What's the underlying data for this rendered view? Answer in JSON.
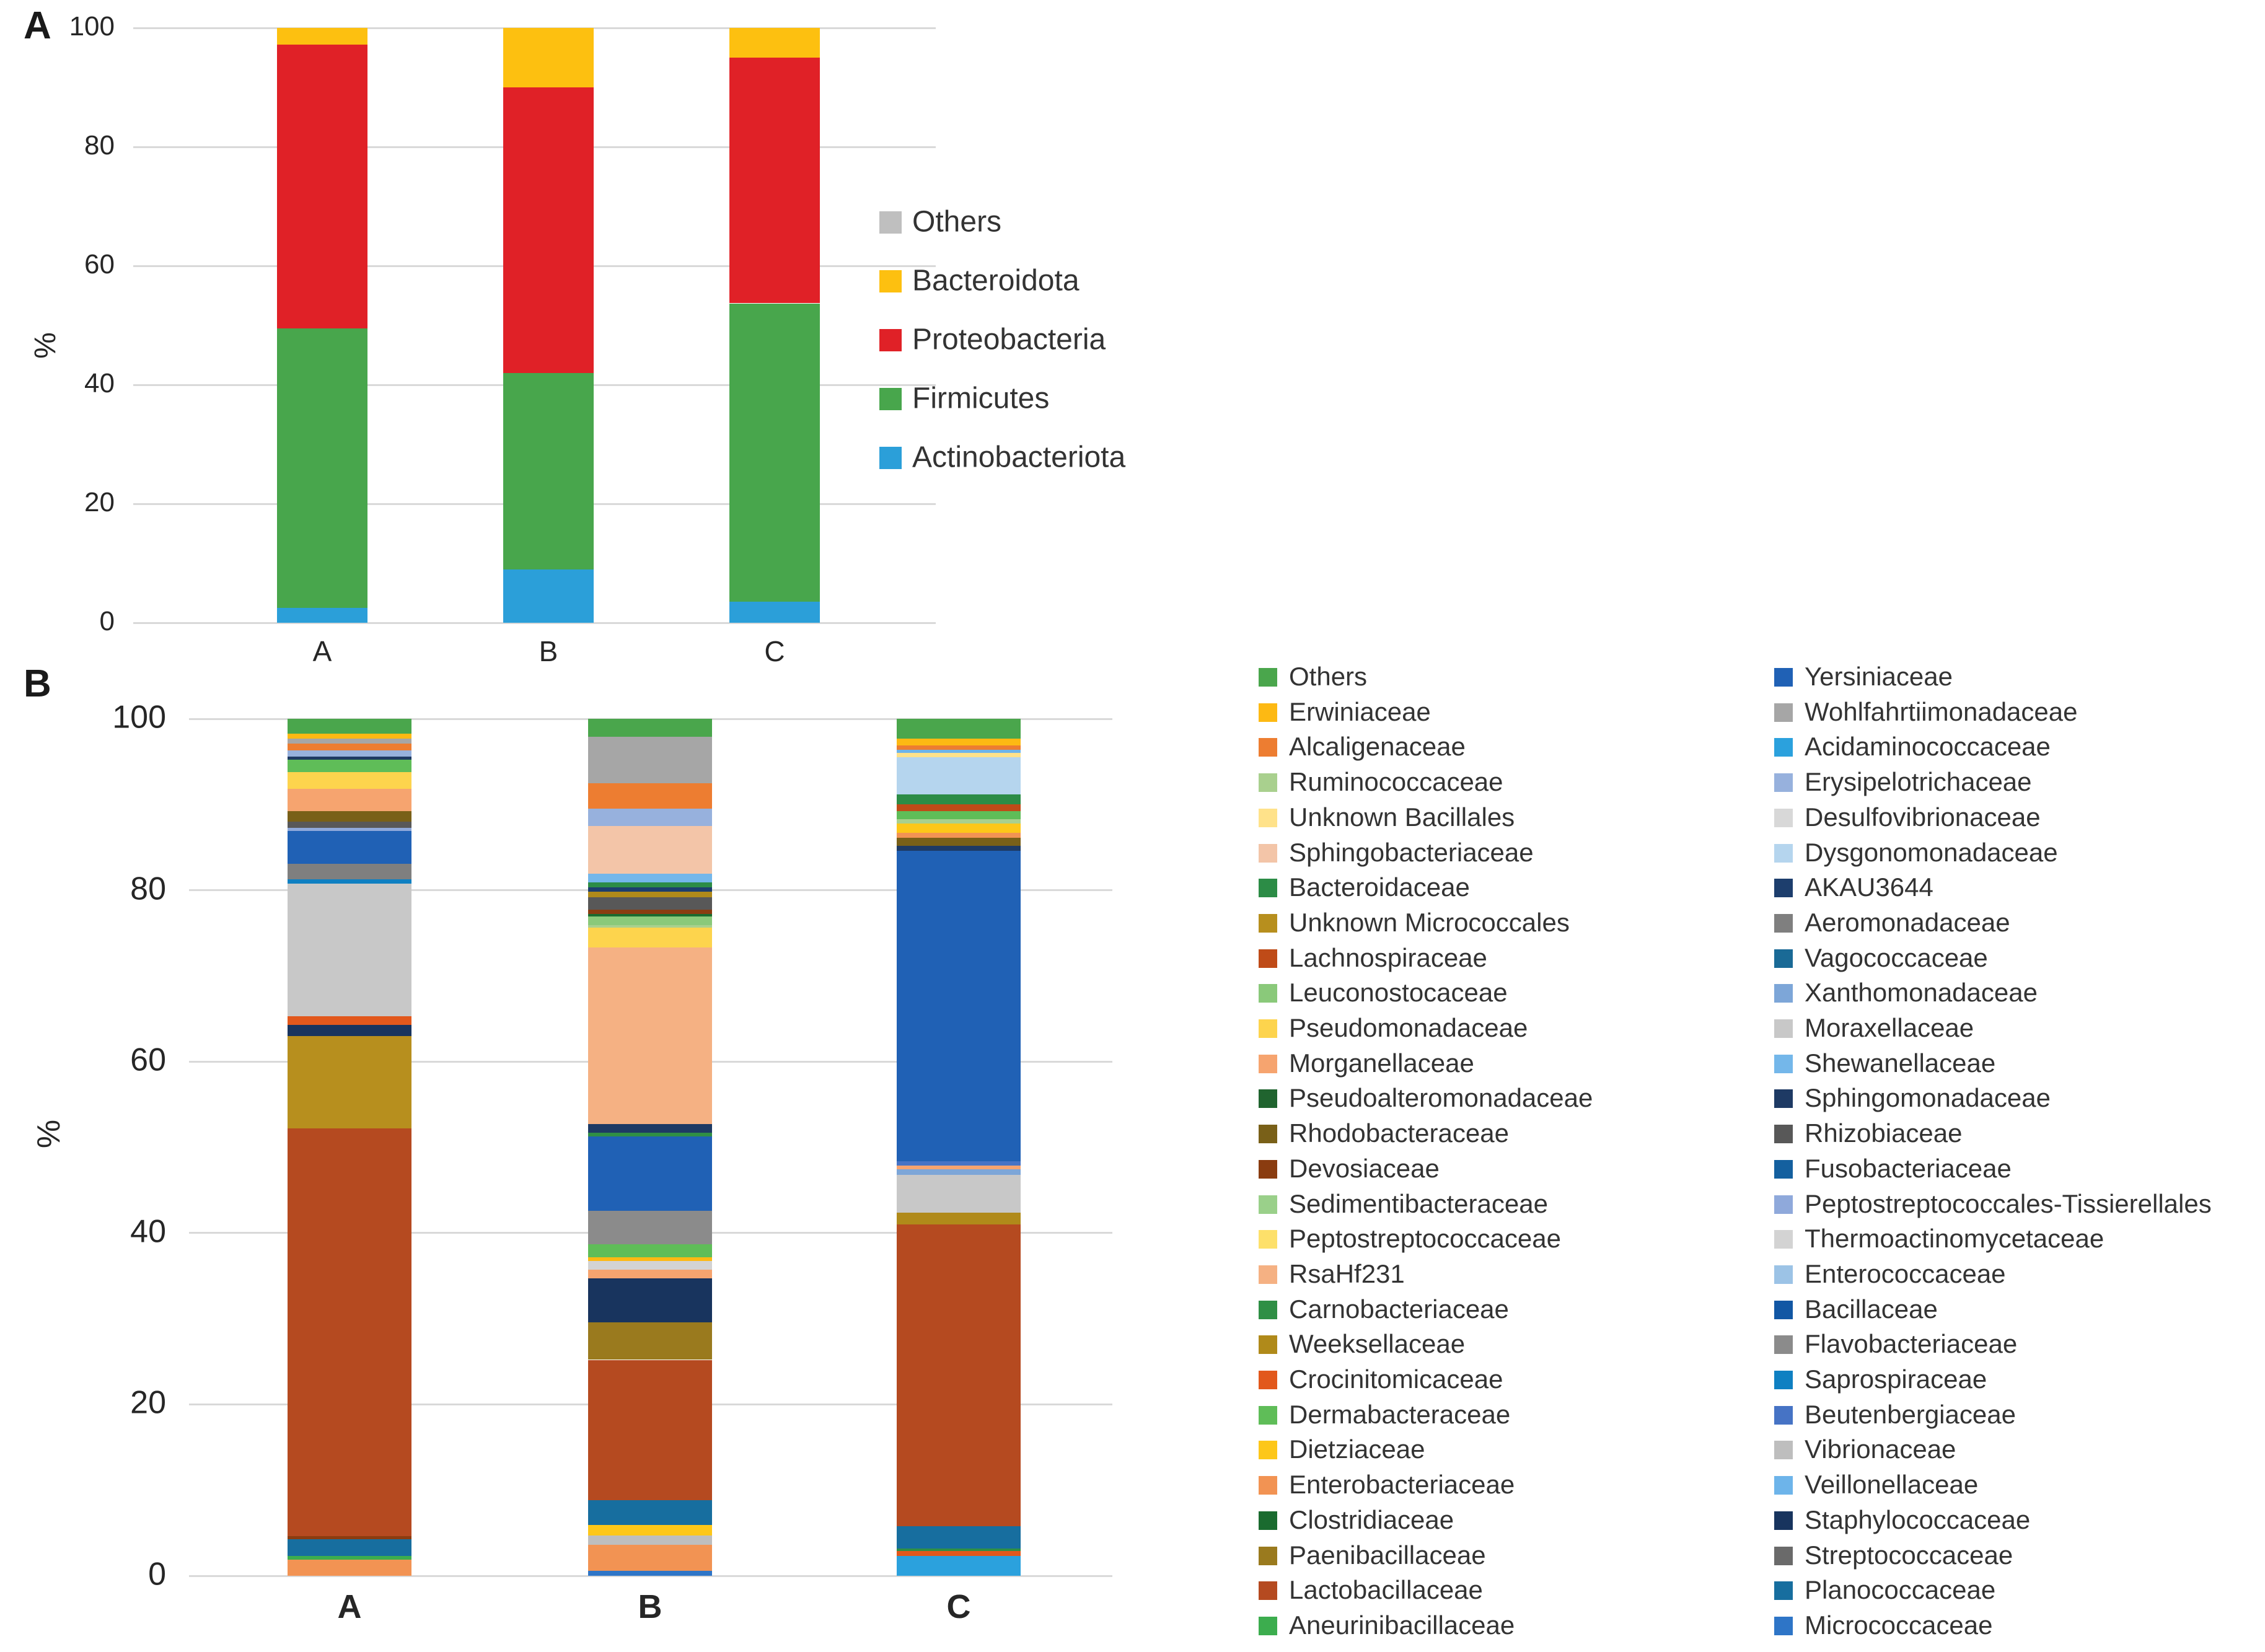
{
  "figure": {
    "background": "#ffffff"
  },
  "panelA": {
    "label": "A",
    "ylabel": "%",
    "y_ticks": [
      0,
      20,
      40,
      60,
      80,
      100
    ],
    "x_labels": [
      "A",
      "B",
      "C"
    ],
    "legend": [
      "Others",
      "Bacteroidota",
      "Proteobacteria",
      "Firmicutes",
      "Actinobacteriota"
    ]
  },
  "panelB": {
    "label": "B",
    "ylabel": "%",
    "y_ticks": [
      0,
      20,
      40,
      60,
      80,
      100
    ],
    "x_labels": [
      "A",
      "B",
      "C"
    ],
    "legend_col1": [
      "Others",
      "Erwiniaceae",
      "Alcaligenaceae",
      "Ruminococcaceae",
      "Unknown Bacillales",
      "Sphingobacteriaceae",
      "Bacteroidaceae",
      "Unknown Micrococcales",
      "Lachnospiraceae",
      "Leuconostocaceae",
      "Pseudomonadaceae",
      "Morganellaceae",
      "Pseudoalteromonadaceae",
      "Rhodobacteraceae",
      "Devosiaceae",
      "Sedimentibacteraceae",
      "Peptostreptococcaceae",
      "RsaHf231",
      "Carnobacteriaceae",
      "Weeksellaceae",
      "Crocinitomicaceae",
      "Dermabacteraceae",
      "Dietziaceae",
      "Enterobacteriaceae",
      "Clostridiaceae",
      "Paenibacillaceae",
      "Lactobacillaceae",
      "Aneurinibacillaceae"
    ],
    "legend_col2": [
      "Yersiniaceae",
      "Wohlfahrtiimonadaceae",
      "Acidaminococcaceae",
      "Erysipelotrichaceae",
      "Desulfovibrionaceae",
      "Dysgonomonadaceae",
      "AKAU3644",
      "Aeromonadaceae",
      "Vagococcaceae",
      "Xanthomonadaceae",
      "Moraxellaceae",
      "Shewanellaceae",
      "Sphingomonadaceae",
      "Rhizobiaceae",
      "Fusobacteriaceae",
      "Peptostreptococcales-Tissierellales",
      "Thermoactinomycetaceae",
      "Enterococcaceae",
      "Bacillaceae",
      "Flavobacteriaceae",
      "Saprospiraceae",
      "Beutenbergiaceae",
      "Vibrionaceae",
      "Veillonellaceae",
      "Staphylococcaceae",
      "Streptococcaceae",
      "Planococcaceae",
      "Micrococcaceae"
    ]
  },
  "colors": {
    "grid": "#d9d9d9",
    "phyla": {
      "Others": "#bfbfbf",
      "Bacteroidota": "#fdc010",
      "Proteobacteria": "#e02127",
      "Firmicutes": "#48a64c",
      "Actinobacteriota": "#2b9fd9"
    },
    "families": {
      "Others": "#4aa64c",
      "Erwiniaceae": "#fdb913",
      "Alcaligenaceae": "#ed7d31",
      "Ruminococcaceae": "#a9d08e",
      "Unknown Bacillales": "#ffe28a",
      "Sphingobacteriaceae": "#f3c5a8",
      "Bacteroidaceae": "#2c8c46",
      "Unknown Micrococcales": "#b78f1e",
      "Lachnospiraceae": "#bf4b18",
      "Leuconostocaceae": "#8ac97a",
      "Pseudomonadaceae": "#fdd44d",
      "Morganellaceae": "#f6a46f",
      "Pseudoalteromonadaceae": "#20642f",
      "Rhodobacteraceae": "#796018",
      "Devosiaceae": "#8a3c10",
      "Sedimentibacteraceae": "#9ad08a",
      "Peptostreptococcaceae": "#fde06a",
      "RsaHf231": "#f5b183",
      "Carnobacteriaceae": "#2f8f45",
      "Weeksellaceae": "#b08a1a",
      "Crocinitomicaceae": "#e2581c",
      "Dermabacteraceae": "#5fbd58",
      "Dietziaceae": "#fdc719",
      "Enterobacteriaceae": "#f29353",
      "Clostridiaceae": "#1a6b2f",
      "Paenibacillaceae": "#9a7a1e",
      "Lactobacillaceae": "#b54a20",
      "Aneurinibacillaceae": "#3cad4e",
      "Yersiniaceae": "#2061b5",
      "Wohlfahrtiimonadaceae": "#a6a6a6",
      "Acidaminococcaceae": "#2ba1dd",
      "Erysipelotrichaceae": "#97b1dd",
      "Desulfovibrionaceae": "#d8d8d8",
      "Dysgonomonadaceae": "#b5d5ee",
      "AKAU3644": "#1d3e6d",
      "Aeromonadaceae": "#7f7f7f",
      "Vagococcaceae": "#1a6a96",
      "Xanthomonadaceae": "#7da6d8",
      "Moraxellaceae": "#c8c8c8",
      "Shewanellaceae": "#74b7ea",
      "Sphingomonadaceae": "#1e3a64",
      "Rhizobiaceae": "#585858",
      "Fusobacteriaceae": "#14609f",
      "Peptostreptococcales-Tissierellales": "#8fa9db",
      "Thermoactinomycetaceae": "#d3d3d3",
      "Enterococcaceae": "#9cc3e6",
      "Bacillaceae": "#1257a4",
      "Flavobacteriaceae": "#8b8b8b",
      "Saprospiraceae": "#0f80c2",
      "Beutenbergiaceae": "#4673c5",
      "Vibrionaceae": "#bebebe",
      "Veillonellaceae": "#6db4ea",
      "Staphylococcaceae": "#18345e",
      "Streptococcaceae": "#6a6a6a",
      "Planococcaceae": "#176e9f",
      "Micrococcaceae": "#2e75c7"
    }
  },
  "chart_data": [
    {
      "panel": "A",
      "type": "bar",
      "stacked": true,
      "units": "percent",
      "title": "",
      "xlabel": "",
      "ylabel": "%",
      "ylim": [
        0,
        100
      ],
      "yticks": [
        0,
        20,
        40,
        60,
        80,
        100
      ],
      "grid": true,
      "legend_position": "right",
      "categories": [
        "A",
        "B",
        "C"
      ],
      "series_bottom_to_top": [
        {
          "name": "Actinobacteriota",
          "values": [
            2.5,
            9.0,
            3.5
          ]
        },
        {
          "name": "Firmicutes",
          "values": [
            47.0,
            33.0,
            50.2
          ]
        },
        {
          "name": "Proteobacteria",
          "values": [
            47.7,
            48.0,
            41.3
          ]
        },
        {
          "name": "Bacteroidota",
          "values": [
            2.8,
            10.0,
            5.0
          ]
        },
        {
          "name": "Others",
          "values": [
            0.0,
            0.0,
            0.0
          ]
        }
      ]
    },
    {
      "panel": "B",
      "type": "bar",
      "stacked": true,
      "units": "percent",
      "title": "",
      "xlabel": "",
      "ylabel": "%",
      "ylim": [
        0,
        100
      ],
      "yticks": [
        0,
        20,
        40,
        60,
        80,
        100
      ],
      "grid": true,
      "legend_position": "right-two-columns",
      "categories": [
        "A",
        "B",
        "C"
      ],
      "bars": [
        {
          "category": "A",
          "segments_bottom_to_top": [
            [
              "Enterobacteriaceae",
              1.9
            ],
            [
              "Aneurinibacillaceae",
              0.4
            ],
            [
              "Planococcaceae",
              2.0
            ],
            [
              "Devosiaceae",
              0.3
            ],
            [
              "Lactobacillaceae",
              47.6
            ],
            [
              "Unknown Micrococcales",
              10.8
            ],
            [
              "Staphylococcaceae",
              1.3
            ],
            [
              "Crocinitomicaceae",
              1.0
            ],
            [
              "Moraxellaceae",
              15.5
            ],
            [
              "Saprospiraceae",
              0.5
            ],
            [
              "Aeromonadaceae",
              1.8
            ],
            [
              "Yersiniaceae",
              3.8
            ],
            [
              "Peptostreptococcales-Tissierellales",
              0.4
            ],
            [
              "Rhizobiaceae",
              0.7
            ],
            [
              "Rhodobacteraceae",
              1.2
            ],
            [
              "Morganellaceae",
              2.6
            ],
            [
              "Pseudomonadaceae",
              2.0
            ],
            [
              "Dermabacteraceae",
              1.4
            ],
            [
              "Sphingomonadaceae",
              0.4
            ],
            [
              "Erysipelotrichaceae",
              0.7
            ],
            [
              "Alcaligenaceae",
              0.8
            ],
            [
              "Wohlfahrtiimonadaceae",
              0.6
            ],
            [
              "Erwiniaceae",
              0.6
            ],
            [
              "Others",
              1.7
            ]
          ]
        },
        {
          "category": "B",
          "segments_bottom_to_top": [
            [
              "Micrococcaceae",
              0.6
            ],
            [
              "Enterobacteriaceae",
              3.0
            ],
            [
              "Vibrionaceae",
              1.1
            ],
            [
              "Dietziaceae",
              1.2
            ],
            [
              "Planococcaceae",
              2.9
            ],
            [
              "Lactobacillaceae",
              16.4
            ],
            [
              "Paenibacillaceae",
              4.4
            ],
            [
              "Staphylococcaceae",
              5.1
            ],
            [
              "Morganellaceae",
              1.0
            ],
            [
              "Thermoactinomycetaceae",
              1.0
            ],
            [
              "Erwiniaceae",
              0.5
            ],
            [
              "Dermabacteraceae",
              1.5
            ],
            [
              "Flavobacteriaceae",
              3.9
            ],
            [
              "Yersiniaceae",
              8.7
            ],
            [
              "Carnobacteriaceae",
              0.4
            ],
            [
              "Sphingomonadaceae",
              1.0
            ],
            [
              "RsaHf231",
              20.6
            ],
            [
              "Pseudomonadaceae",
              2.3
            ],
            [
              "Ruminococcaceae",
              0.3
            ],
            [
              "Leuconostocaceae",
              1.0
            ],
            [
              "Clostridiaceae",
              0.3
            ],
            [
              "Devosiaceae",
              0.5
            ],
            [
              "Rhizobiaceae",
              1.5
            ],
            [
              "Weeksellaceae",
              0.6
            ],
            [
              "AKAU3644",
              0.5
            ],
            [
              "Bacteroidaceae",
              0.6
            ],
            [
              "Shewanellaceae",
              1.0
            ],
            [
              "Sphingobacteriaceae",
              5.6
            ],
            [
              "Erysipelotrichaceae",
              2.0
            ],
            [
              "Alcaligenaceae",
              3.0
            ],
            [
              "Wohlfahrtiimonadaceae",
              5.4
            ],
            [
              "Others",
              2.1
            ]
          ]
        },
        {
          "category": "C",
          "segments_bottom_to_top": [
            [
              "Acidaminococcaceae",
              2.3
            ],
            [
              "Crocinitomicaceae",
              0.6
            ],
            [
              "Carnobacteriaceae",
              0.3
            ],
            [
              "Planococcaceae",
              2.6
            ],
            [
              "Lactobacillaceae",
              35.2
            ],
            [
              "Weeksellaceae",
              1.4
            ],
            [
              "Moraxellaceae",
              4.4
            ],
            [
              "Xanthomonadaceae",
              0.6
            ],
            [
              "Morganellaceae",
              0.5
            ],
            [
              "Beutenbergiaceae",
              0.5
            ],
            [
              "Yersiniaceae",
              36.2
            ],
            [
              "Sphingomonadaceae",
              0.6
            ],
            [
              "Rhodobacteraceae",
              0.9
            ],
            [
              "Enterobacteriaceae",
              0.6
            ],
            [
              "Dietziaceae",
              1.1
            ],
            [
              "Ruminococcaceae",
              0.5
            ],
            [
              "Dermabacteraceae",
              0.9
            ],
            [
              "Lachnospiraceae",
              0.8
            ],
            [
              "Bacteroidaceae",
              1.2
            ],
            [
              "Dysgonomonadaceae",
              4.3
            ],
            [
              "Unknown Bacillales",
              0.5
            ],
            [
              "Veillonellaceae",
              0.4
            ],
            [
              "Alcaligenaceae",
              0.5
            ],
            [
              "Erwiniaceae",
              0.8
            ],
            [
              "Others",
              2.3
            ]
          ]
        }
      ]
    }
  ]
}
